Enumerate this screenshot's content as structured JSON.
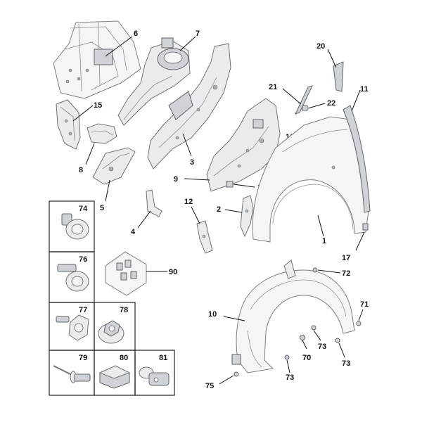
{
  "callouts": {
    "c1": "1",
    "c2": "2",
    "c3": "3",
    "c4": "4",
    "c5": "5",
    "c6": "6",
    "c7": "7",
    "c8": "8",
    "c9": "9",
    "c10": "10",
    "c11": "11",
    "c12": "12",
    "c14": "14",
    "c15": "15",
    "c16": "16",
    "c17": "17",
    "c20": "20",
    "c21": "21",
    "c22": "22",
    "c70": "70",
    "c71": "71",
    "c72": "72",
    "c73a": "73",
    "c73b": "73",
    "c73c": "73",
    "c74": "74",
    "c75": "75",
    "c76": "76",
    "c77": "77",
    "c78": "78",
    "c79": "79",
    "c80": "80",
    "c81": "81",
    "c90": "90"
  },
  "watermark": ""
}
